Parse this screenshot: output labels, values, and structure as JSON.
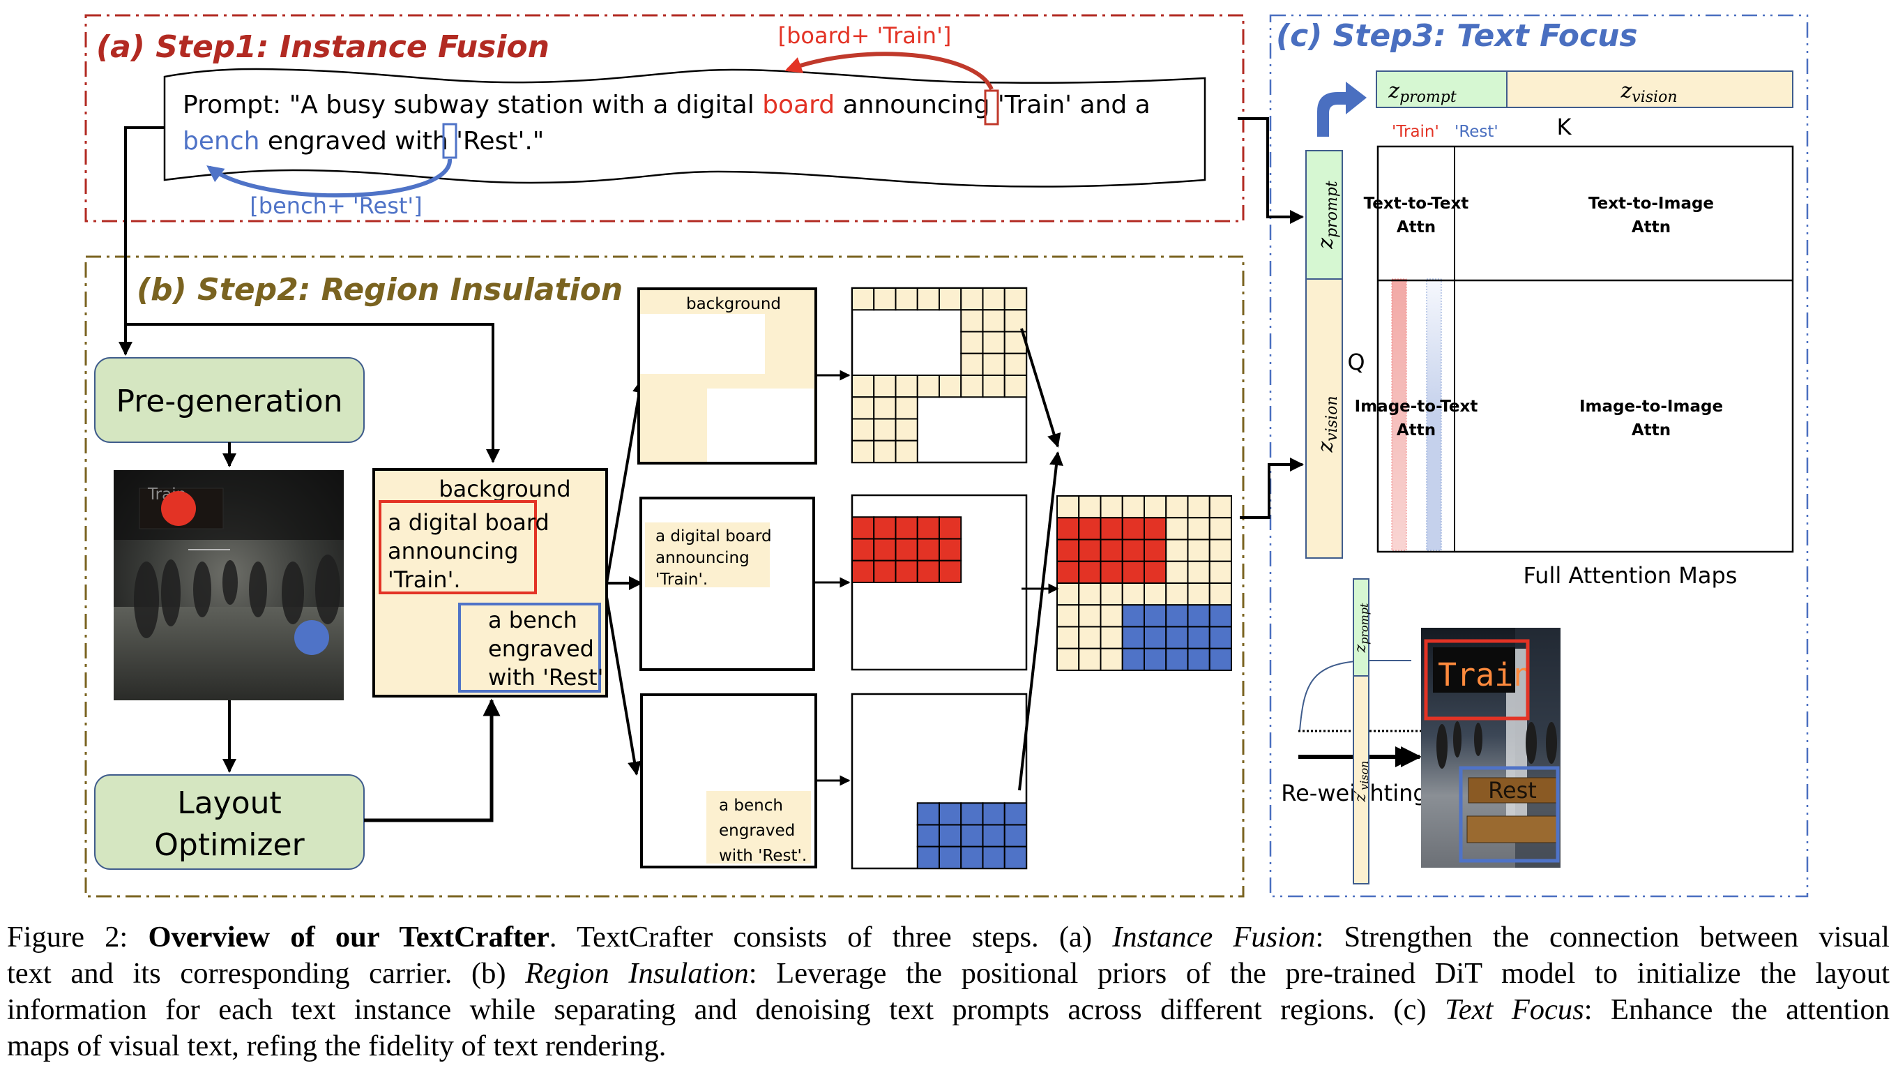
{
  "colors": {
    "step1": "#b22a22",
    "step2": "#7a6320",
    "step3": "#4a6fc0",
    "red": "#e33325",
    "blue": "#4f73c7",
    "cream": "#fcf0d0",
    "green": "#d5e6c1",
    "light_green": "#d6f7d2"
  },
  "step1": {
    "title": "(a) Step1: Instance Fusion",
    "prompt_line1": {
      "prefix": "Prompt: \"A busy subway station with  a digital ",
      "carrier": "board",
      "middle": " announcing ",
      "text": "'Train' and a"
    },
    "prompt_line2": {
      "carrier": "bench",
      "middle": " engraved with ",
      "text": "'Rest'.\""
    },
    "red_annotation": "[board+ 'Train']",
    "blue_annotation": "[bench+ 'Rest']"
  },
  "step2": {
    "title": "(b) Step2: Region Insulation",
    "pregeneration_label": "Pre-generation",
    "layout_optimizer_line1": "Layout",
    "layout_optimizer_line2": "Optimizer",
    "pregen_image_text": "Train",
    "layout_box": {
      "background_label": "background",
      "train_region": [
        "a digital board",
        "announcing",
        "'Train'."
      ],
      "rest_region": [
        "a bench",
        "engraved",
        "with 'Rest'."
      ]
    },
    "masks": [
      {
        "name": "background",
        "lines": [
          "background"
        ]
      },
      {
        "name": "train",
        "lines": [
          "a digital board",
          "announcing",
          "'Train'."
        ]
      },
      {
        "name": "rest",
        "lines": [
          "a bench",
          "engraved",
          "with 'Rest'."
        ]
      }
    ],
    "grid": {
      "rows": 8,
      "cols": 8,
      "background_cells": [
        [
          0,
          0
        ],
        [
          0,
          1
        ],
        [
          0,
          2
        ],
        [
          0,
          3
        ],
        [
          0,
          4
        ],
        [
          0,
          5
        ],
        [
          0,
          6
        ],
        [
          0,
          7
        ],
        [
          1,
          5
        ],
        [
          1,
          6
        ],
        [
          1,
          7
        ],
        [
          2,
          5
        ],
        [
          2,
          6
        ],
        [
          2,
          7
        ],
        [
          3,
          5
        ],
        [
          3,
          6
        ],
        [
          3,
          7
        ],
        [
          4,
          0
        ],
        [
          4,
          1
        ],
        [
          4,
          2
        ],
        [
          4,
          3
        ],
        [
          4,
          4
        ],
        [
          4,
          5
        ],
        [
          4,
          6
        ],
        [
          4,
          7
        ],
        [
          5,
          0
        ],
        [
          5,
          1
        ],
        [
          5,
          2
        ],
        [
          6,
          0
        ],
        [
          6,
          1
        ],
        [
          6,
          2
        ],
        [
          7,
          0
        ],
        [
          7,
          1
        ],
        [
          7,
          2
        ]
      ],
      "train_cells": {
        "row_start": 1,
        "row_end": 3,
        "col_start": 0,
        "col_end": 4
      },
      "rest_cells": {
        "row_start": 5,
        "row_end": 7,
        "col_start": 3,
        "col_end": 7
      }
    }
  },
  "step3": {
    "title": "(c) Step3: Text Focus",
    "k_prompt": {
      "base": "z",
      "sub": "prompt"
    },
    "k_vision": {
      "base": "z",
      "sub": "vision"
    },
    "token_train": "'Train'",
    "token_rest": "'Rest'",
    "k_label": "K",
    "q_label": "Q",
    "q_prompt": {
      "base": "z",
      "sub": "prompt"
    },
    "q_vision": {
      "base": "z",
      "sub": "vision"
    },
    "attn": {
      "t2t": [
        "Text-to-Text",
        "Attn"
      ],
      "t2i": [
        "Text-to-Image",
        "Attn"
      ],
      "i2t": [
        "Image-to-Text",
        "Attn"
      ],
      "i2i": [
        "Image-to-Image",
        "Attn"
      ]
    },
    "full_attention_label": "Full Attention Maps",
    "reweighting_label": "Re-weighting",
    "rw_prompt": {
      "base": "z",
      "sub": "prompt"
    },
    "rw_vision": {
      "base": "z",
      "prime": "′",
      "sub": "vison"
    },
    "result_train": "Train",
    "result_rest": "Rest"
  },
  "caption": {
    "figure_label": "Figure 2: ",
    "bold_title": "Overview of our TextCrafter",
    "line1_rest": ". TextCrafter consists of three steps. (a) ",
    "line1_italic": "Instance Fusion",
    "line1_end": ": Strengthen the connection between visual",
    "line2_start": "text and its corresponding carrier. (b) ",
    "line2_italic": "Region Insulation",
    "line2_end": ": Leverage the positional priors of the pre-trained DiT model to initialize the layout",
    "line3_start": "information for each text instance while separating and denoising text prompts across different regions. (c) ",
    "line3_italic": "Text Focus",
    "line3_end": ": Enhance the attention",
    "line4": "maps of visual text, refing the fidelity of text rendering."
  }
}
